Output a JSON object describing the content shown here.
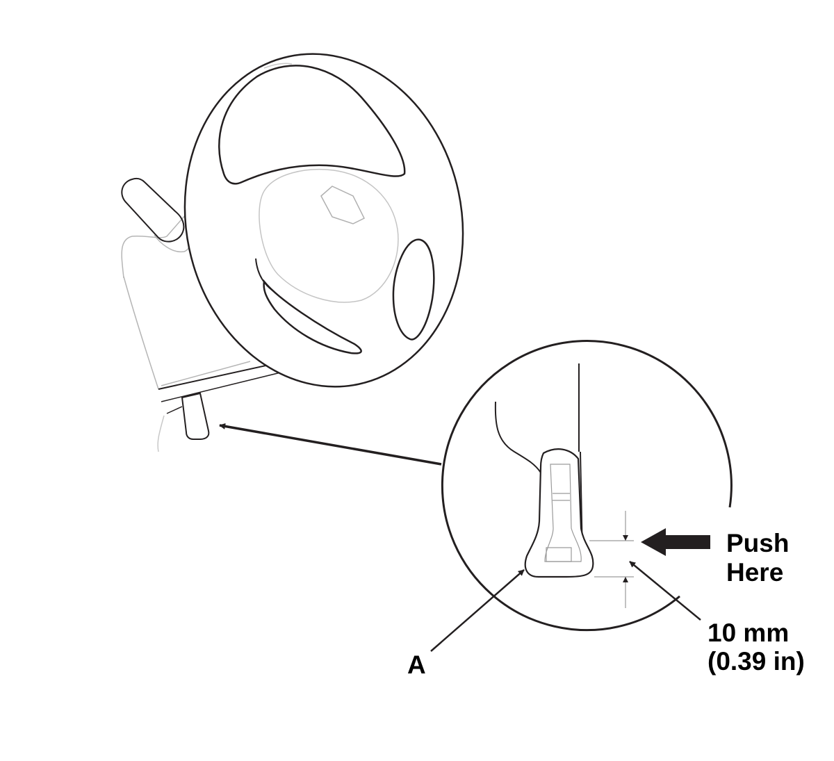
{
  "labels": {
    "part": "A",
    "push_line1": "Push",
    "push_line2": "Here",
    "dimension_metric": "10 mm",
    "dimension_imperial": "(0.39 in)"
  },
  "colors": {
    "ink": "#231f20",
    "faint": "#c8c8c8",
    "background": "#ffffff"
  }
}
